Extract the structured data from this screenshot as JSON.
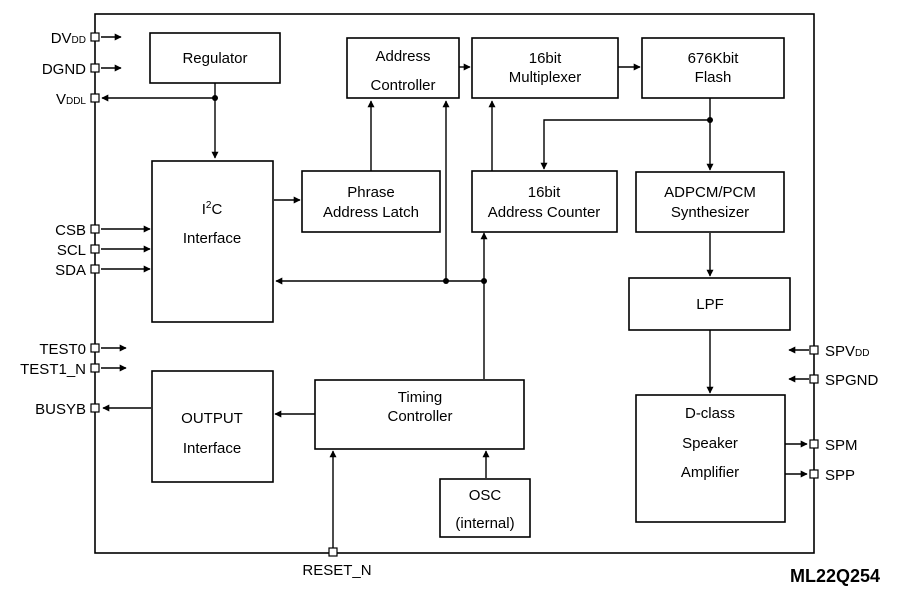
{
  "part_number": "ML22Q254",
  "blocks": {
    "regulator": "Regulator",
    "address_controller": [
      "Address",
      "Controller"
    ],
    "multiplexer": [
      "16bit",
      "Multiplexer"
    ],
    "flash": [
      "676Kbit",
      "Flash"
    ],
    "i2c_main": "I",
    "i2c_sup": "2",
    "i2c_tail": "C",
    "i2c_line2": "Interface",
    "phrase_latch": [
      "Phrase",
      "Address Latch"
    ],
    "address_counter": [
      "16bit",
      "Address Counter"
    ],
    "synthesizer": [
      "ADPCM/PCM",
      "Synthesizer"
    ],
    "lpf": "LPF",
    "output_interface": [
      "OUTPUT",
      "Interface"
    ],
    "timing_controller": [
      "Timing",
      "Controller"
    ],
    "osc": [
      "OSC",
      "(internal)"
    ],
    "amplifier": [
      "D-class",
      "Speaker",
      "Amplifier"
    ]
  },
  "pins": {
    "dvdd": {
      "main": "DV",
      "sub": "DD"
    },
    "dgnd": "DGND",
    "vddl": {
      "main": "V",
      "sub": "DDL"
    },
    "csb": "CSB",
    "scl": "SCL",
    "sda": "SDA",
    "test0": "TEST0",
    "test1_n": "TEST1_N",
    "busyb": "BUSYB",
    "reset_n": "RESET_N",
    "spvdd": {
      "main": "SPV",
      "sub": "DD"
    },
    "spgnd": "SPGND",
    "spm": "SPM",
    "spp": "SPP"
  }
}
